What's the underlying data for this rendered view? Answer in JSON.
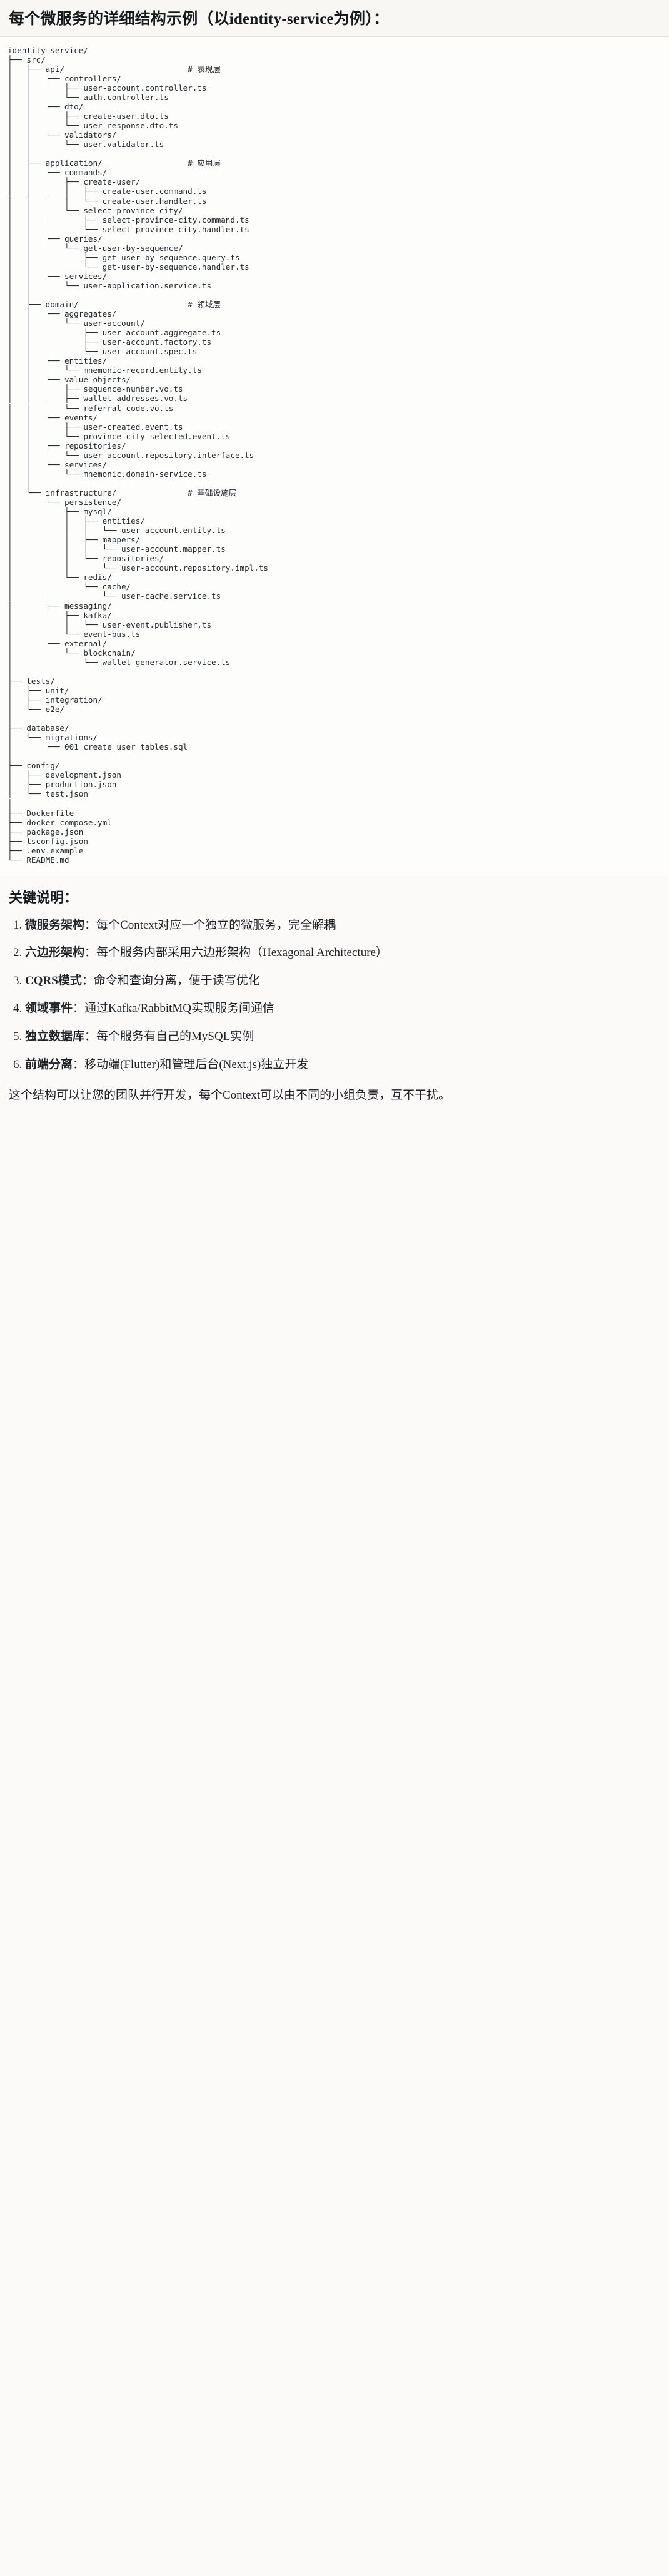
{
  "title": "每个微服务的详细结构示例（以identity-service为例）：",
  "tree": {
    "text": "identity-service/\n├── src/\n│   ├── api/                          # 表现层\n│   │   ├── controllers/\n│   │   │   ├── user-account.controller.ts\n│   │   │   └── auth.controller.ts\n│   │   ├── dto/\n│   │   │   ├── create-user.dto.ts\n│   │   │   └── user-response.dto.ts\n│   │   └── validators/\n│   │       └── user.validator.ts\n│   │\n│   ├── application/                  # 应用层\n│   │   ├── commands/\n│   │   │   ├── create-user/\n│   │   │   │   ├── create-user.command.ts\n│   │   │   │   └── create-user.handler.ts\n│   │   │   └── select-province-city/\n│   │   │       ├── select-province-city.command.ts\n│   │   │       └── select-province-city.handler.ts\n│   │   ├── queries/\n│   │   │   └── get-user-by-sequence/\n│   │   │       ├── get-user-by-sequence.query.ts\n│   │   │       └── get-user-by-sequence.handler.ts\n│   │   └── services/\n│   │       └── user-application.service.ts\n│   │\n│   ├── domain/                       # 领域层\n│   │   ├── aggregates/\n│   │   │   └── user-account/\n│   │   │       ├── user-account.aggregate.ts\n│   │   │       ├── user-account.factory.ts\n│   │   │       └── user-account.spec.ts\n│   │   ├── entities/\n│   │   │   └── mnemonic-record.entity.ts\n│   │   ├── value-objects/\n│   │   │   ├── sequence-number.vo.ts\n│   │   │   ├── wallet-addresses.vo.ts\n│   │   │   └── referral-code.vo.ts\n│   │   ├── events/\n│   │   │   ├── user-created.event.ts\n│   │   │   └── province-city-selected.event.ts\n│   │   ├── repositories/\n│   │   │   └── user-account.repository.interface.ts\n│   │   └── services/\n│   │       └── mnemonic.domain-service.ts\n│   │\n│   └── infrastructure/               # 基础设施层\n│       ├── persistence/\n│       │   ├── mysql/\n│       │   │   ├── entities/\n│       │   │   │   └── user-account.entity.ts\n│       │   │   ├── mappers/\n│       │   │   │   └── user-account.mapper.ts\n│       │   │   └── repositories/\n│       │   │       └── user-account.repository.impl.ts\n│       │   └── redis/\n│       │       └── cache/\n│       │           └── user-cache.service.ts\n│       ├── messaging/\n│       │   ├── kafka/\n│       │   │   └── user-event.publisher.ts\n│       │   └── event-bus.ts\n│       └── external/\n│           └── blockchain/\n│               └── wallet-generator.service.ts\n│\n├── tests/\n│   ├── unit/\n│   ├── integration/\n│   └── e2e/\n│\n├── database/\n│   └── migrations/\n│       └── 001_create_user_tables.sql\n│\n├── config/\n│   ├── development.json\n│   ├── production.json\n│   └── test.json\n│\n├── Dockerfile\n├── docker-compose.yml\n├── package.json\n├── tsconfig.json\n├── .env.example\n└── README.md",
    "annotations": [
      {
        "label": "# 表现层",
        "for": "api/"
      },
      {
        "label": "# 应用层",
        "for": "application/"
      },
      {
        "label": "# 领域层",
        "for": "domain/"
      },
      {
        "label": "# 基础设施层",
        "for": "infrastructure/"
      }
    ]
  },
  "notes": {
    "heading": "关键说明：",
    "items": [
      {
        "term": "微服务架构",
        "body": "：每个Context对应一个独立的微服务，完全解耦"
      },
      {
        "term": "六边形架构",
        "body": "：每个服务内部采用六边形架构（Hexagonal Architecture）"
      },
      {
        "term": "CQRS模式",
        "body": "：命令和查询分离，便于读写优化"
      },
      {
        "term": "领域事件",
        "body": "：通过Kafka/RabbitMQ实现服务间通信"
      },
      {
        "term": "独立数据库",
        "body": "：每个服务有自己的MySQL实例"
      },
      {
        "term": "前端分离",
        "body": "：移动端(Flutter)和管理后台(Next.js)独立开发"
      }
    ],
    "closing": "这个结构可以让您的团队并行开发，每个Context可以由不同的小组负责，互不干扰。"
  }
}
